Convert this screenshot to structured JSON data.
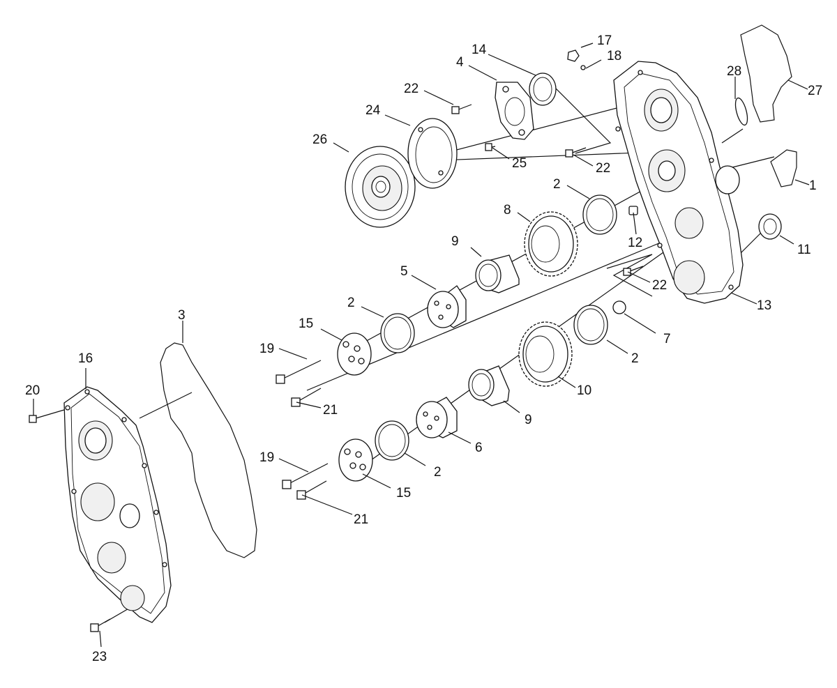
{
  "callouts": [
    {
      "id": "c1",
      "label": "1"
    },
    {
      "id": "c2a",
      "label": "2"
    },
    {
      "id": "c2b",
      "label": "2"
    },
    {
      "id": "c2c",
      "label": "2"
    },
    {
      "id": "c2d",
      "label": "2"
    },
    {
      "id": "c3",
      "label": "3"
    },
    {
      "id": "c4",
      "label": "4"
    },
    {
      "id": "c5",
      "label": "5"
    },
    {
      "id": "c6",
      "label": "6"
    },
    {
      "id": "c7",
      "label": "7"
    },
    {
      "id": "c8",
      "label": "8"
    },
    {
      "id": "c9a",
      "label": "9"
    },
    {
      "id": "c9b",
      "label": "9"
    },
    {
      "id": "c10",
      "label": "10"
    },
    {
      "id": "c11",
      "label": "11"
    },
    {
      "id": "c12",
      "label": "12"
    },
    {
      "id": "c13",
      "label": "13"
    },
    {
      "id": "c14",
      "label": "14"
    },
    {
      "id": "c15a",
      "label": "15"
    },
    {
      "id": "c15b",
      "label": "15"
    },
    {
      "id": "c16",
      "label": "16"
    },
    {
      "id": "c17",
      "label": "17"
    },
    {
      "id": "c18",
      "label": "18"
    },
    {
      "id": "c19a",
      "label": "19"
    },
    {
      "id": "c19b",
      "label": "19"
    },
    {
      "id": "c20",
      "label": "20"
    },
    {
      "id": "c21a",
      "label": "21"
    },
    {
      "id": "c21b",
      "label": "21"
    },
    {
      "id": "c22a",
      "label": "22"
    },
    {
      "id": "c22b",
      "label": "22"
    },
    {
      "id": "c22c",
      "label": "22"
    },
    {
      "id": "c23",
      "label": "23"
    },
    {
      "id": "c24",
      "label": "24"
    },
    {
      "id": "c25",
      "label": "25"
    },
    {
      "id": "c26",
      "label": "26"
    },
    {
      "id": "c27",
      "label": "27"
    },
    {
      "id": "c28",
      "label": "28"
    }
  ]
}
